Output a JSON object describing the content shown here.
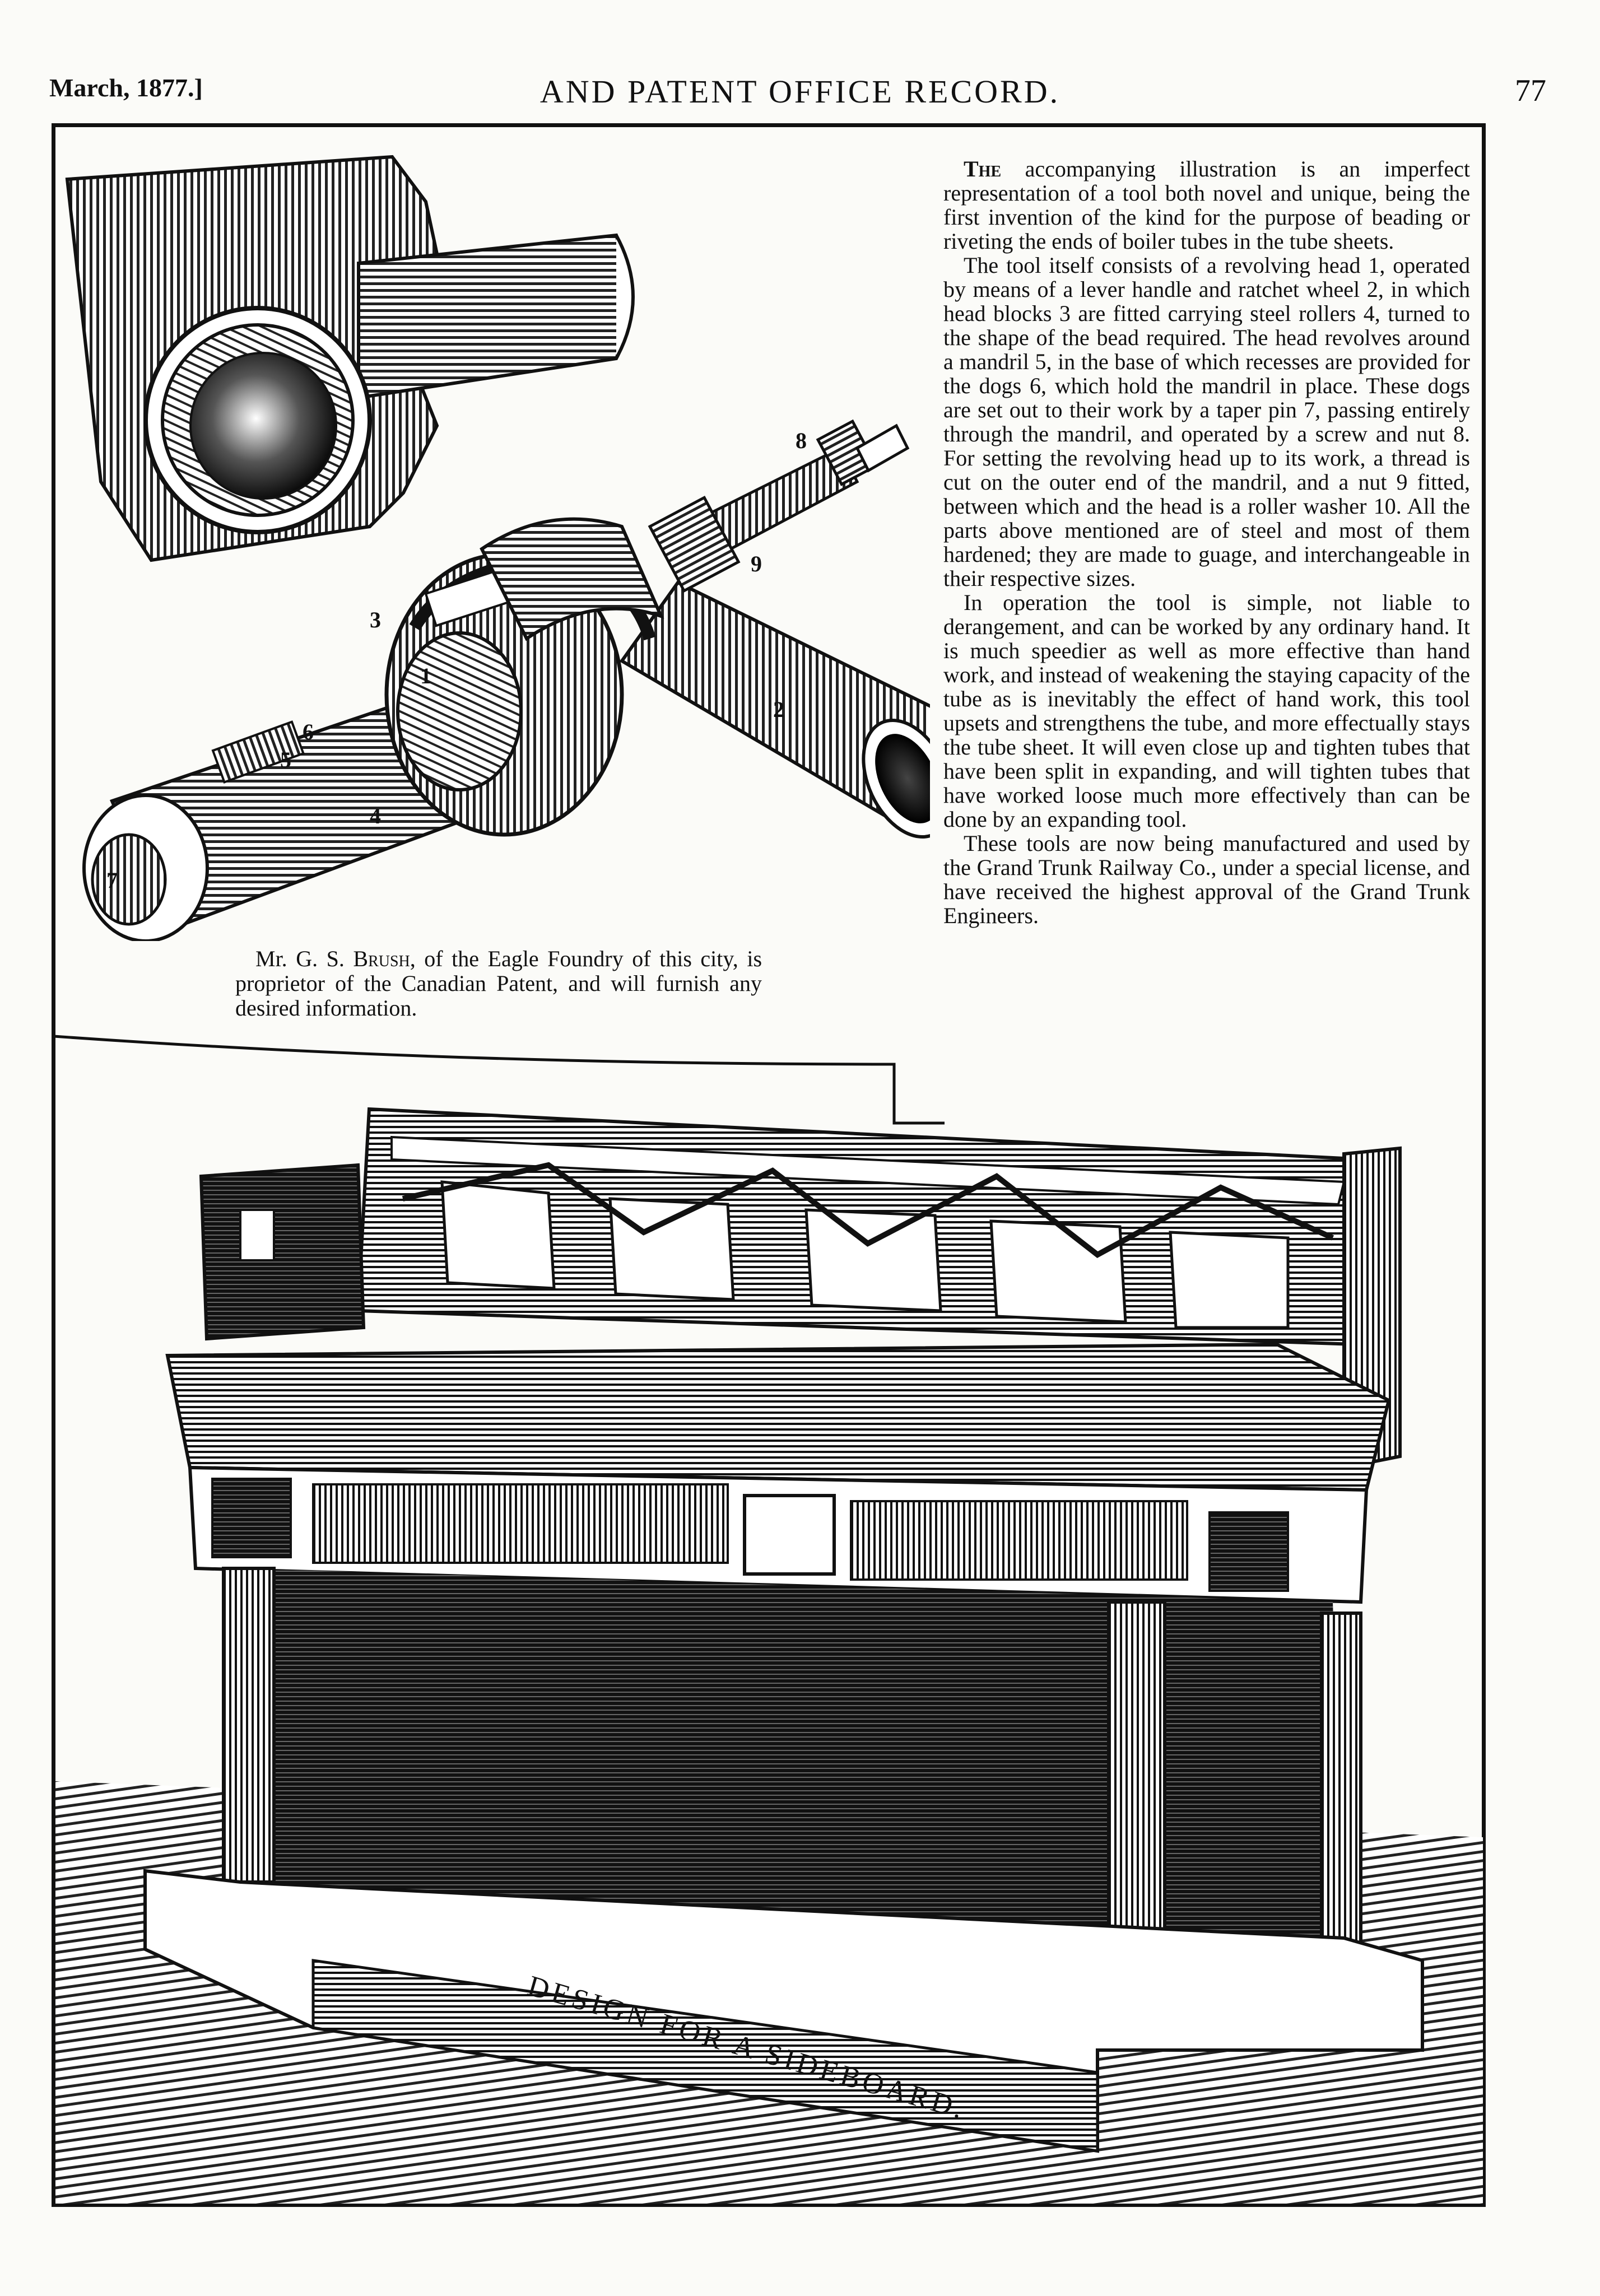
{
  "header": {
    "date": "March, 1877.]",
    "title": "AND PATENT OFFICE RECORD.",
    "page_number": "77"
  },
  "tool_figure": {
    "numbers": [
      "1",
      "2",
      "3",
      "4",
      "5",
      "6",
      "7",
      "8",
      "9"
    ]
  },
  "article": {
    "p1_lead": "The",
    "p1_rest": " accompanying illustration is an imperfect representation of a tool both novel and unique, being the first invention of the kind for the purpose of beading or riveting the ends of boiler tubes in the tube sheets.",
    "p2": "The tool itself consists of a revolving head 1, operated by means of a lever handle and ratchet wheel 2, in which head blocks 3 are fitted carrying steel rollers 4, turned to the shape of the bead required. The head revolves around a mandril 5, in the base of which recesses are provided for the dogs 6, which hold the mandril in place. These dogs are set out to their work by a taper pin 7, passing entirely through the mandril, and operated by a screw and nut 8. For setting the revolving head up to its work, a thread is cut on the outer end of the mandril, and a nut 9 fitted, between which and the head is a roller washer 10. All the parts above mentioned are of steel and most of them hardened; they are made to guage, and interchangeable in their respective sizes.",
    "p3": "In operation the tool is simple, not liable to derangement, and can be worked by any ordinary hand. It is much speedier as well as more effective than hand work, and instead of weakening the staying capacity of the tube as is inevitably the effect of hand work, this tool upsets and strengthens the tube, and more effectually stays the tube sheet. It will even close up and tighten tubes that have been split in expanding, and will tighten tubes that have worked loose much more effectively than can be done by an expanding tool.",
    "p4": "These tools are now being manufactured and used by the Grand Trunk Railway Co., under a special license, and have received the highest approval of the Grand Trunk Engineers."
  },
  "credit": {
    "prefix": "Mr. G. S. ",
    "name": "Brush",
    "rest": ", of the Eagle Foundry of this city, is proprietor of the Canadian Patent, and will furnish any desired information."
  },
  "sideboard_figure": {
    "caption": "DESIGN FOR A SIDEBOARD."
  }
}
